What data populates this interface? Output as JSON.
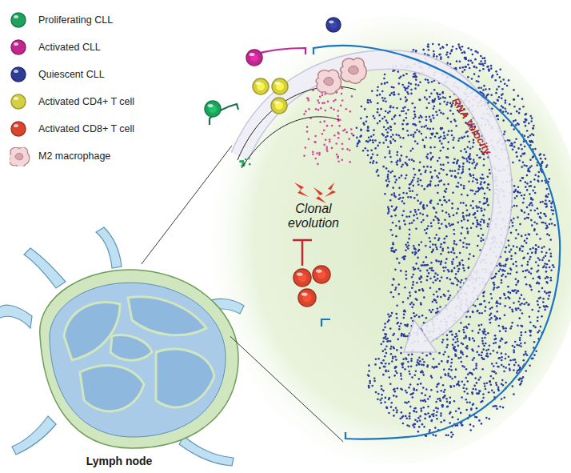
{
  "diagram": {
    "nodes": [
      {
        "text": [
          "Lymph node"
        ]
      },
      {
        "text": [
          "Clonal evolution",
          "RNA Velocity"
        ]
      }
    ],
    "edges": [
      {
        "from": 0,
        "to": 1,
        "arrow": "none"
      },
      {
        "from": 0,
        "to": 1,
        "arrow": "none"
      }
    ],
    "legend": [
      {
        "text": "Proliferating CLL",
        "color": "#1fa35c"
      },
      {
        "text": "Activated CLL",
        "color": "#c2278f"
      },
      {
        "text": "Quiescent CLL",
        "color": "#2f3c97"
      },
      {
        "text": "Activated CD4+ T cell",
        "color": "#d6cf3f"
      },
      {
        "text": "Activated CD8+ T cell",
        "color": "#d9452f"
      },
      {
        "text": "M2 macrophage"
      }
    ]
  }
}
